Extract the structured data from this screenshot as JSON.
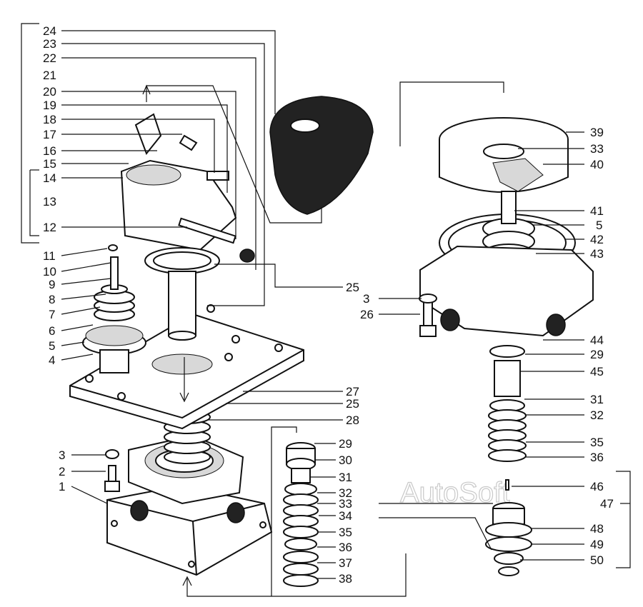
{
  "watermark": "AutoSoft",
  "labels": {
    "l1": "1",
    "l2": "2",
    "l3a": "3",
    "l3b": "3",
    "l4": "4",
    "l5a": "5",
    "l5b": "5",
    "l6": "6",
    "l7": "7",
    "l8": "8",
    "l9": "9",
    "l10": "10",
    "l11": "11",
    "l12": "12",
    "l13": "13",
    "l14": "14",
    "l15": "15",
    "l16": "16",
    "l17": "17",
    "l18": "18",
    "l19": "19",
    "l20": "20",
    "l21": "21",
    "l22": "22",
    "l23": "23",
    "l24": "24",
    "l25a": "25",
    "l25b": "25",
    "l26": "26",
    "l27": "27",
    "l28": "28",
    "l29a": "29",
    "l29b": "29",
    "l30": "30",
    "l31a": "31",
    "l31b": "31",
    "l32a": "32",
    "l32b": "32",
    "l33a": "33",
    "l33b": "33",
    "l34": "34",
    "l35a": "35",
    "l35b": "35",
    "l36a": "36",
    "l36b": "36",
    "l37": "37",
    "l38": "38",
    "l39": "39",
    "l40": "40",
    "l41": "41",
    "l42": "42",
    "l43": "43",
    "l44": "44",
    "l45": "45",
    "l46": "46",
    "l47": "47",
    "l48": "48",
    "l49": "49",
    "l50": "50"
  }
}
